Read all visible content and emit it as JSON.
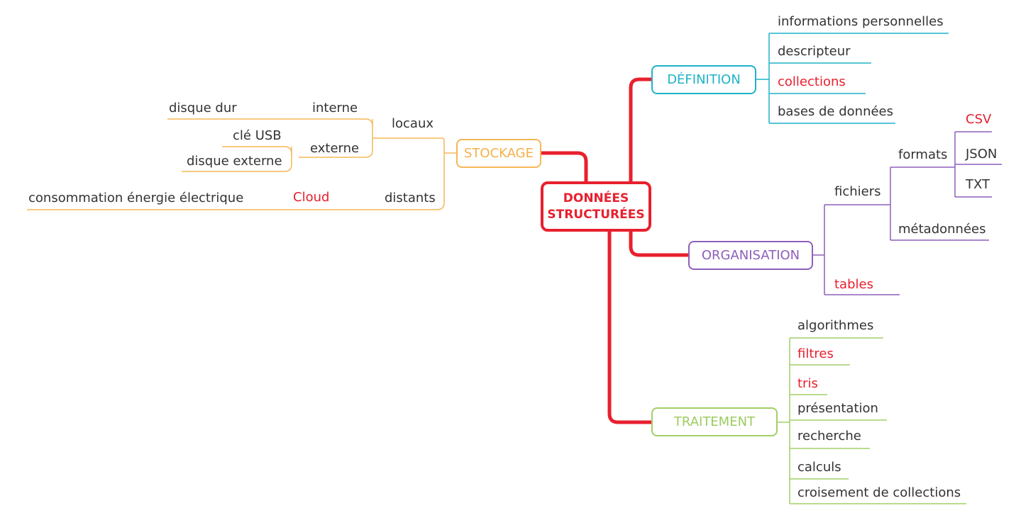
{
  "center": {
    "line1": "DONNÉES",
    "line2": "STRUCTURÉES"
  },
  "colors": {
    "center": "#e8202e",
    "definition": "#1fb3c7",
    "organisation": "#8e5fba",
    "traitement": "#a3cf68",
    "stockage": "#f5b757",
    "highlight": "#e8202e",
    "text": "#333333"
  },
  "definition": {
    "title": "DÉFINITION",
    "items": [
      "informations personnelles",
      "descripteur",
      "collections",
      "bases de données"
    ]
  },
  "organisation": {
    "title": "ORGANISATION",
    "fichiers": "fichiers",
    "formats": "formats",
    "csv": "CSV",
    "json": "JSON",
    "txt": "TXT",
    "metadonnees": "métadonnées",
    "tables": "tables"
  },
  "traitement": {
    "title": "TRAITEMENT",
    "items": [
      "algorithmes",
      "filtres",
      "tris",
      "présentation",
      "recherche",
      "calculs",
      "croisement de collections"
    ]
  },
  "stockage": {
    "title": "STOCKAGE",
    "locaux": "locaux",
    "interne": "interne",
    "disque_dur": "disque dur",
    "externe": "externe",
    "cle_usb": "clé USB",
    "disque_externe": "disque externe",
    "distants": "distants",
    "cloud": "Cloud",
    "consommation": "consommation énergie électrique"
  }
}
